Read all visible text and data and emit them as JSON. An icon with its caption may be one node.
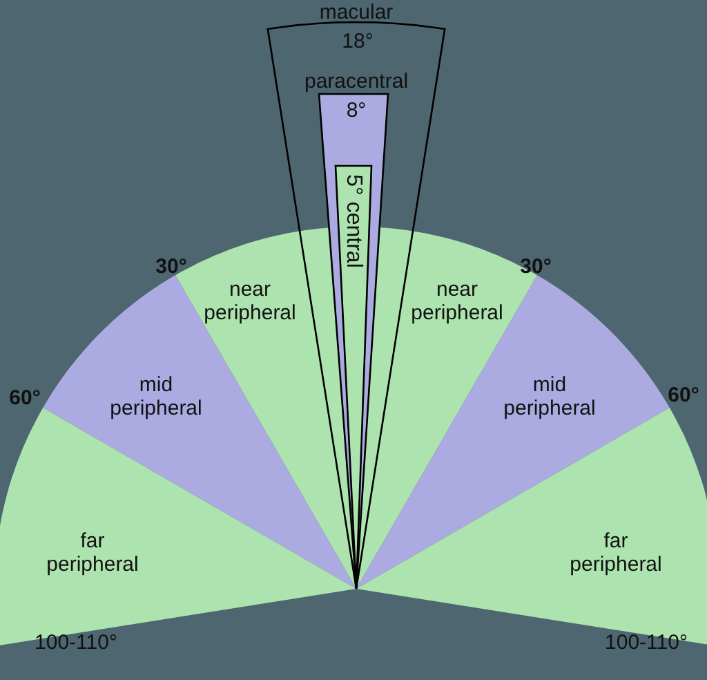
{
  "diagram": {
    "nodes": [
      {
        "text": [
          "macular",
          "18°"
        ]
      },
      {
        "text": [
          "paracentral",
          "8°"
        ],
        "in": 0
      },
      {
        "text": [
          "5° central"
        ],
        "in": 1
      },
      {
        "text": [
          "near peripheral"
        ]
      },
      {
        "text": [
          "near peripheral"
        ]
      },
      {
        "text": [
          "mid peripheral"
        ]
      },
      {
        "text": [
          "mid peripheral"
        ]
      },
      {
        "text": [
          "far peripheral"
        ]
      },
      {
        "text": [
          "far peripheral"
        ]
      }
    ],
    "edges": [],
    "labels": [
      "30°",
      "30°",
      "60°",
      "60°",
      "100-110°",
      "100-110°"
    ]
  }
}
